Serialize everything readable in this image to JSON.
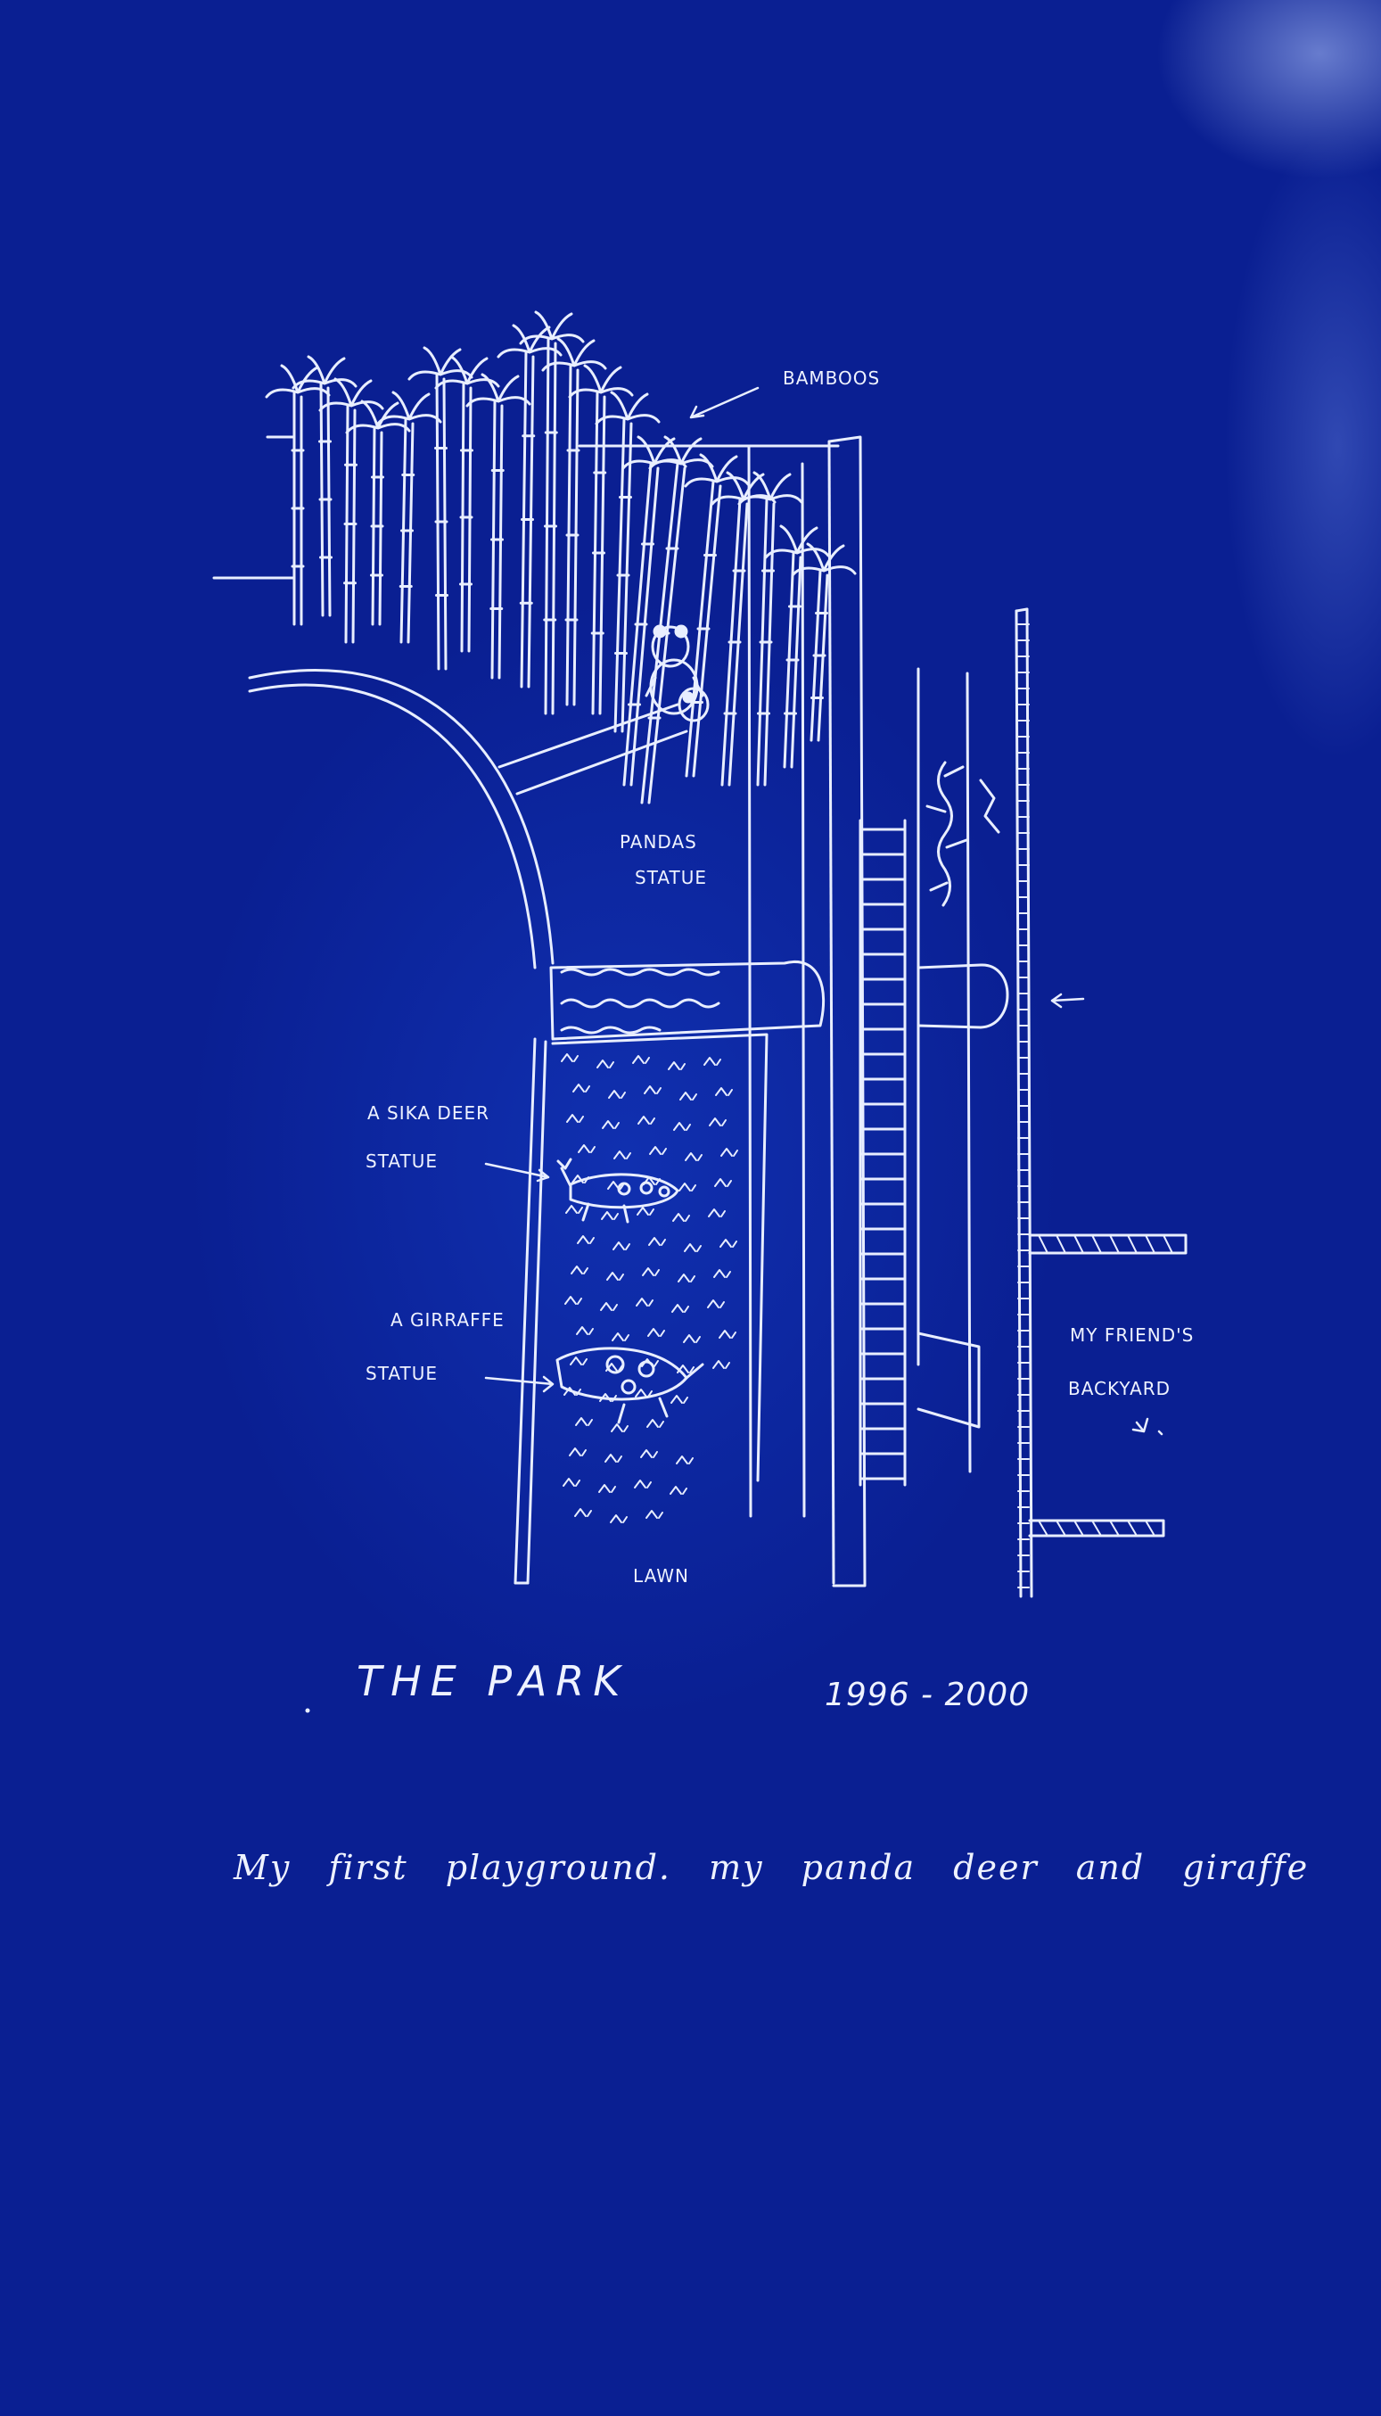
{
  "labels": {
    "bamboos": "BAMBOOS",
    "pandas_statue": [
      "PANDAS",
      "STATUE"
    ],
    "sika_deer_statue": [
      "A SIKA DEER",
      "STATUE"
    ],
    "giraffe_statue": [
      "A GIRRAFFE",
      "STATUE"
    ],
    "lawn": "LAWN",
    "friends_backyard": [
      "MY FRIEND'S",
      "BACKYARD"
    ]
  },
  "title": "THE PARK",
  "years": "1996 - 2000",
  "caption": "My first playground. my panda deer and giraffe",
  "colors": {
    "paper": "#0a1f8f",
    "ink": "#eef2ff"
  }
}
